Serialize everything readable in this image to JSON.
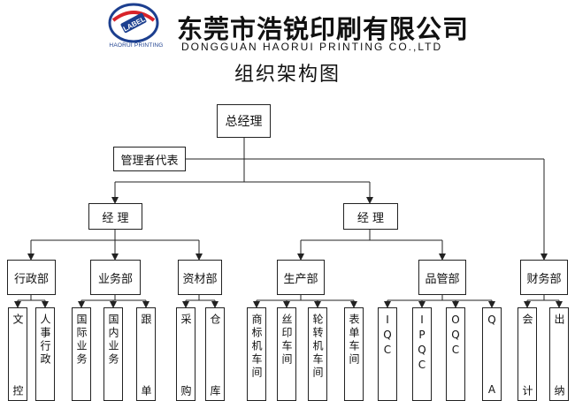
{
  "header": {
    "logo_text": "LABEL",
    "logo_caption": "HAORUI PRINTING",
    "company_cn": "东莞市浩锐印刷有限公司",
    "company_en": "DONGGUAN HAORUI PRINTING CO.,LTD"
  },
  "title": "组织架构图",
  "colors": {
    "logo_blue": "#1c3f8f",
    "logo_red": "#d8232a",
    "line": "#222222"
  },
  "org": {
    "top": "总经理",
    "rep": "管理者代表",
    "managers": [
      "经 理",
      "经 理"
    ],
    "departments": [
      "行政部",
      "业务部",
      "资材部",
      "生产部",
      "品管部",
      "财务部"
    ],
    "leaves": [
      [
        "文",
        "控"
      ],
      [
        "人事行政"
      ],
      [
        "国际业务"
      ],
      [
        "国内业务"
      ],
      [
        "跟",
        "单"
      ],
      [
        "采",
        "购"
      ],
      [
        "仓",
        "库"
      ],
      [
        "商标机车间"
      ],
      [
        "丝印车间"
      ],
      [
        "轮转机车间"
      ],
      [
        "表单车间"
      ],
      [
        "IQC"
      ],
      [
        "IPQC"
      ],
      [
        "OQC"
      ],
      [
        "Q",
        "A"
      ],
      [
        "会",
        "计"
      ],
      [
        "出",
        "纳"
      ]
    ]
  }
}
